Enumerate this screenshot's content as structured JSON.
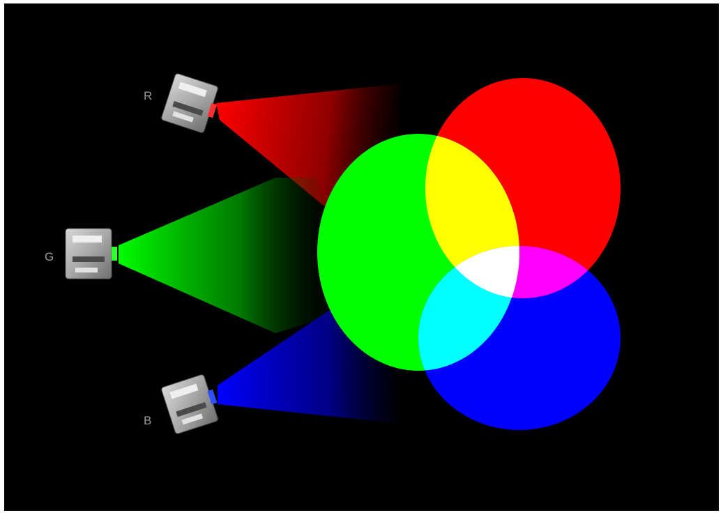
{
  "projectors": [
    {
      "label": "R",
      "color": "#ff0000"
    },
    {
      "label": "G",
      "color": "#00ff00"
    },
    {
      "label": "B",
      "color": "#0000ff"
    }
  ],
  "background_color": "#000000"
}
